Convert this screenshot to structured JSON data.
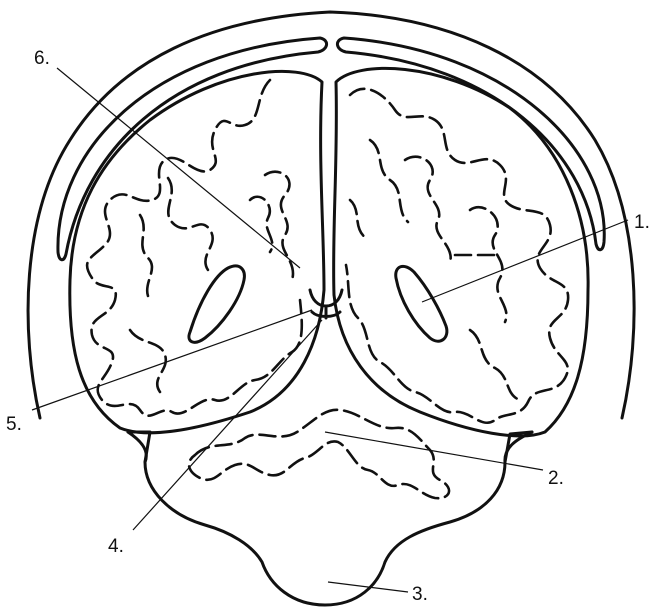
{
  "labels": {
    "l1": "1.",
    "l2": "2.",
    "l3": "3.",
    "l4": "4.",
    "l5": "5.",
    "l6": "6."
  }
}
